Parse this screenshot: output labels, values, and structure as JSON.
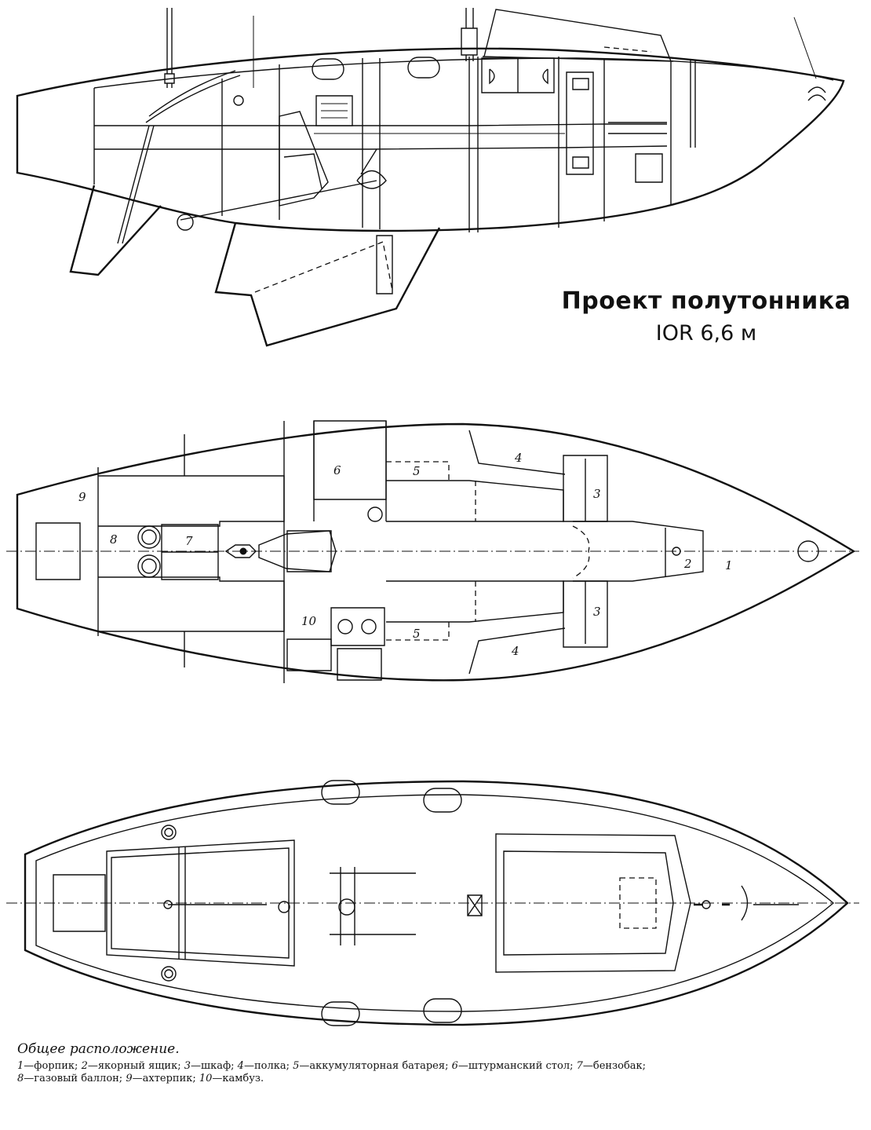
{
  "title": "Проект полутонника",
  "subtitle": "IOR 6,6 м",
  "caption": {
    "heading": "Общее расположение.",
    "legend": [
      {
        "n": "1",
        "text": "форпик"
      },
      {
        "n": "2",
        "text": "якорный ящик"
      },
      {
        "n": "3",
        "text": "шкаф"
      },
      {
        "n": "4",
        "text": "полка"
      },
      {
        "n": "5",
        "text": "аккумуляторная батарея"
      },
      {
        "n": "6",
        "text": "штурманский стол"
      },
      {
        "n": "7",
        "text": "бензобак"
      },
      {
        "n": "8",
        "text": "газовый баллон"
      },
      {
        "n": "9",
        "text": "ахтерпик"
      },
      {
        "n": "10",
        "text": "камбуз"
      }
    ]
  },
  "plan_labels": {
    "forepeak": "1",
    "anchor_locker": "2",
    "wardrobe_port": "3",
    "wardrobe_starboard": "3",
    "shelf_port": "4",
    "shelf_starboard": "4",
    "battery_port": "5",
    "battery_starboard": "5",
    "chart_table": "6",
    "fuel_tank": "7",
    "gas_bottle": "8",
    "lazarette": "9",
    "galley": "10"
  },
  "colors": {
    "ink": "#111111",
    "paper": "#ffffff"
  }
}
